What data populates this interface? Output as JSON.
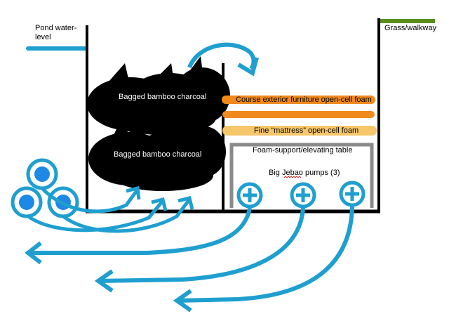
{
  "labels": {
    "pond_water_level": [
      "Pond water-",
      "level"
    ],
    "grass_walkway": "Grass/walkway",
    "charcoal_top": "Bagged bamboo charcoal",
    "charcoal_bottom": "Bagged bamboo charcoal",
    "coarse_foam": "Course exterior furniture open-cell foam",
    "fine_foam": "Fine “mattress” open-cell foam",
    "table": "Foam-support/elevating table",
    "pumps": "Big Jebao pumps (3)"
  },
  "colors": {
    "water": "#1f9fd0",
    "wall": "#000000",
    "grass": "#5a8f1c",
    "coarse_foam": "#f08a1c",
    "fine_foam": "#f6c66a",
    "table": "#8a8a8a",
    "charcoal": "#000000",
    "bubble_inner": "#1e88e5"
  },
  "icons": {
    "pump": "plus-circle-icon",
    "bubble": "water-bubble-icon",
    "flow": "curved-arrow-icon",
    "charcoal_bag": "speech-bubble-blob-icon"
  }
}
